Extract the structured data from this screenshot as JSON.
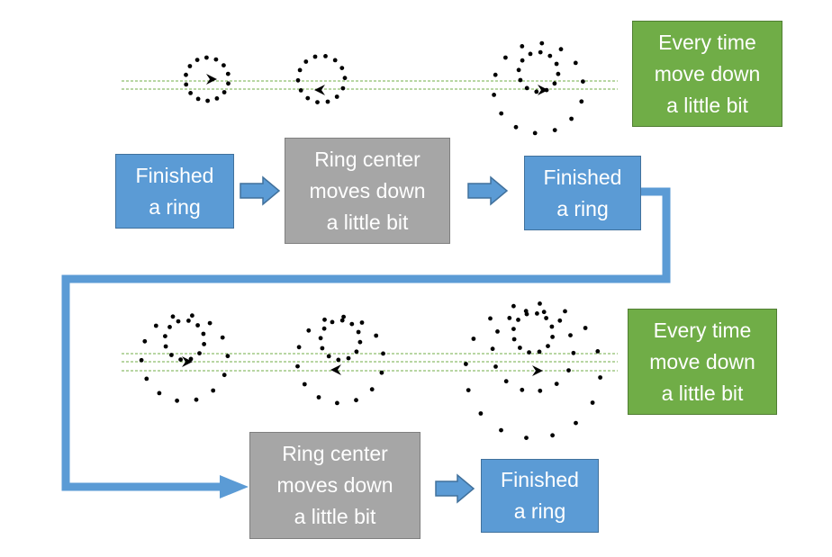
{
  "colors": {
    "process_blue": "#5b9bd5",
    "process_grey": "#a6a6a6",
    "note_green": "#70ad47",
    "guide_line": "#70ad47",
    "dots": "#000000",
    "text": "#ffffff"
  },
  "boxes": {
    "finished_ring_1": "Finished\na ring",
    "ring_center_moves_1": "Ring center\nmoves down\na little bit",
    "finished_ring_2": "Finished\na ring",
    "ring_center_moves_2": "Ring center\nmoves down\na little bit",
    "finished_ring_3": "Finished\na ring"
  },
  "notes": {
    "note_top": "Every time\nmove down\na little bit",
    "note_bottom": "Every time\nmove down\na little bit"
  }
}
